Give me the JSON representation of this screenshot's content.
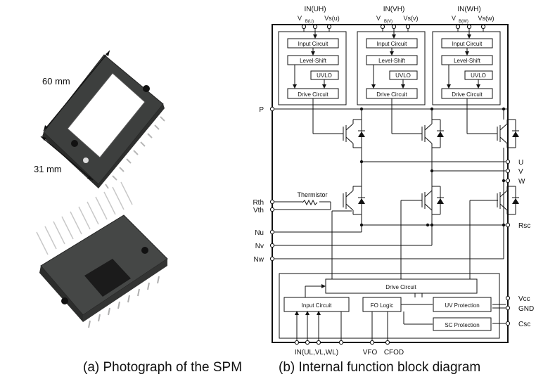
{
  "photo": {
    "dim_length": "60 mm",
    "dim_width": "31 mm",
    "caption": "(a) Photograph of the SPM"
  },
  "diagram": {
    "caption": "(b) Internal function block diagram",
    "top_inputs": [
      "IN(UH)",
      "IN(VH)",
      "IN(WH)"
    ],
    "top_supplies": [
      {
        "vb": "V",
        "vb_sub": "B(U)",
        "vs": "Vs(u)"
      },
      {
        "vb": "V",
        "vb_sub": "B(V)",
        "vs": "Vs(v)"
      },
      {
        "vb": "V",
        "vb_sub": "B(W)",
        "vs": "Vs(w)"
      }
    ],
    "high_side_blocks": {
      "input": "Input Circuit",
      "level_shift": "Level-Shift",
      "uvlo": "UVLO",
      "drive": "Drive Circuit"
    },
    "left_pins": [
      "P",
      "Rth",
      "Vth",
      "Nu",
      "Nv",
      "Nw"
    ],
    "right_pins": [
      "U",
      "V",
      "W",
      "Rsc",
      "Vcc",
      "GND",
      "Csc"
    ],
    "thermistor": "Thermistor",
    "low_side_blocks": {
      "drive": "Drive Circuit",
      "input": "Input Circuit",
      "fo_logic": "FO Logic",
      "uv_protection": "UV Protection",
      "sc_protection": "SC Protection"
    },
    "bottom_pins": [
      "IN(UL,VL,WL)",
      "VFO",
      "CFOD"
    ]
  }
}
